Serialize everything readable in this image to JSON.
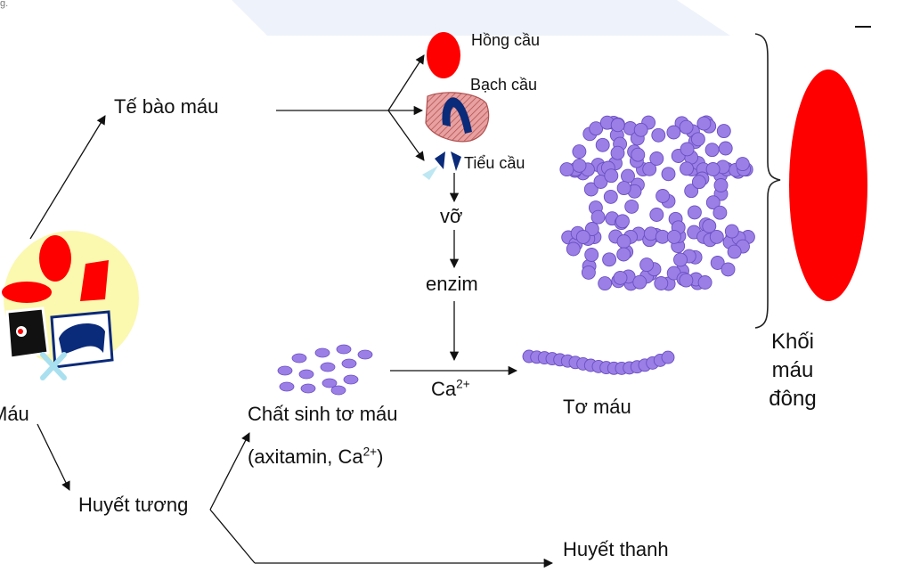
{
  "corner_text": "g.",
  "nodes": {
    "mau": "Máu",
    "te_bao_mau": "Tế bào máu",
    "hong_cau": "Hồng cầu",
    "bach_cau": "Bạch  cầu",
    "tieu_cau": "Tiểu  cầu",
    "vo": "vỡ",
    "enzim": "enzim",
    "chat_sinh_to_mau": "Chất sinh tơ máu",
    "axitamin_prefix": "(axitamin, Ca",
    "axitamin_sup": "2+",
    "axitamin_suffix": ")",
    "ca_label": "Ca",
    "ca_sup": "2+",
    "to_mau": "Tơ máu",
    "khoi_line1": "Khối",
    "khoi_line2": "máu",
    "khoi_line3": "đông",
    "huyet_tuong": "Huyết tương",
    "huyet_thanh": "Huyết thanh"
  },
  "colors": {
    "red": "#ff0000",
    "purple": "#9b7fe6",
    "purple_stroke": "#6a4fc2",
    "navy": "#0a2a7a",
    "yellow": "#fbf8b0",
    "arrow": "#111111"
  }
}
